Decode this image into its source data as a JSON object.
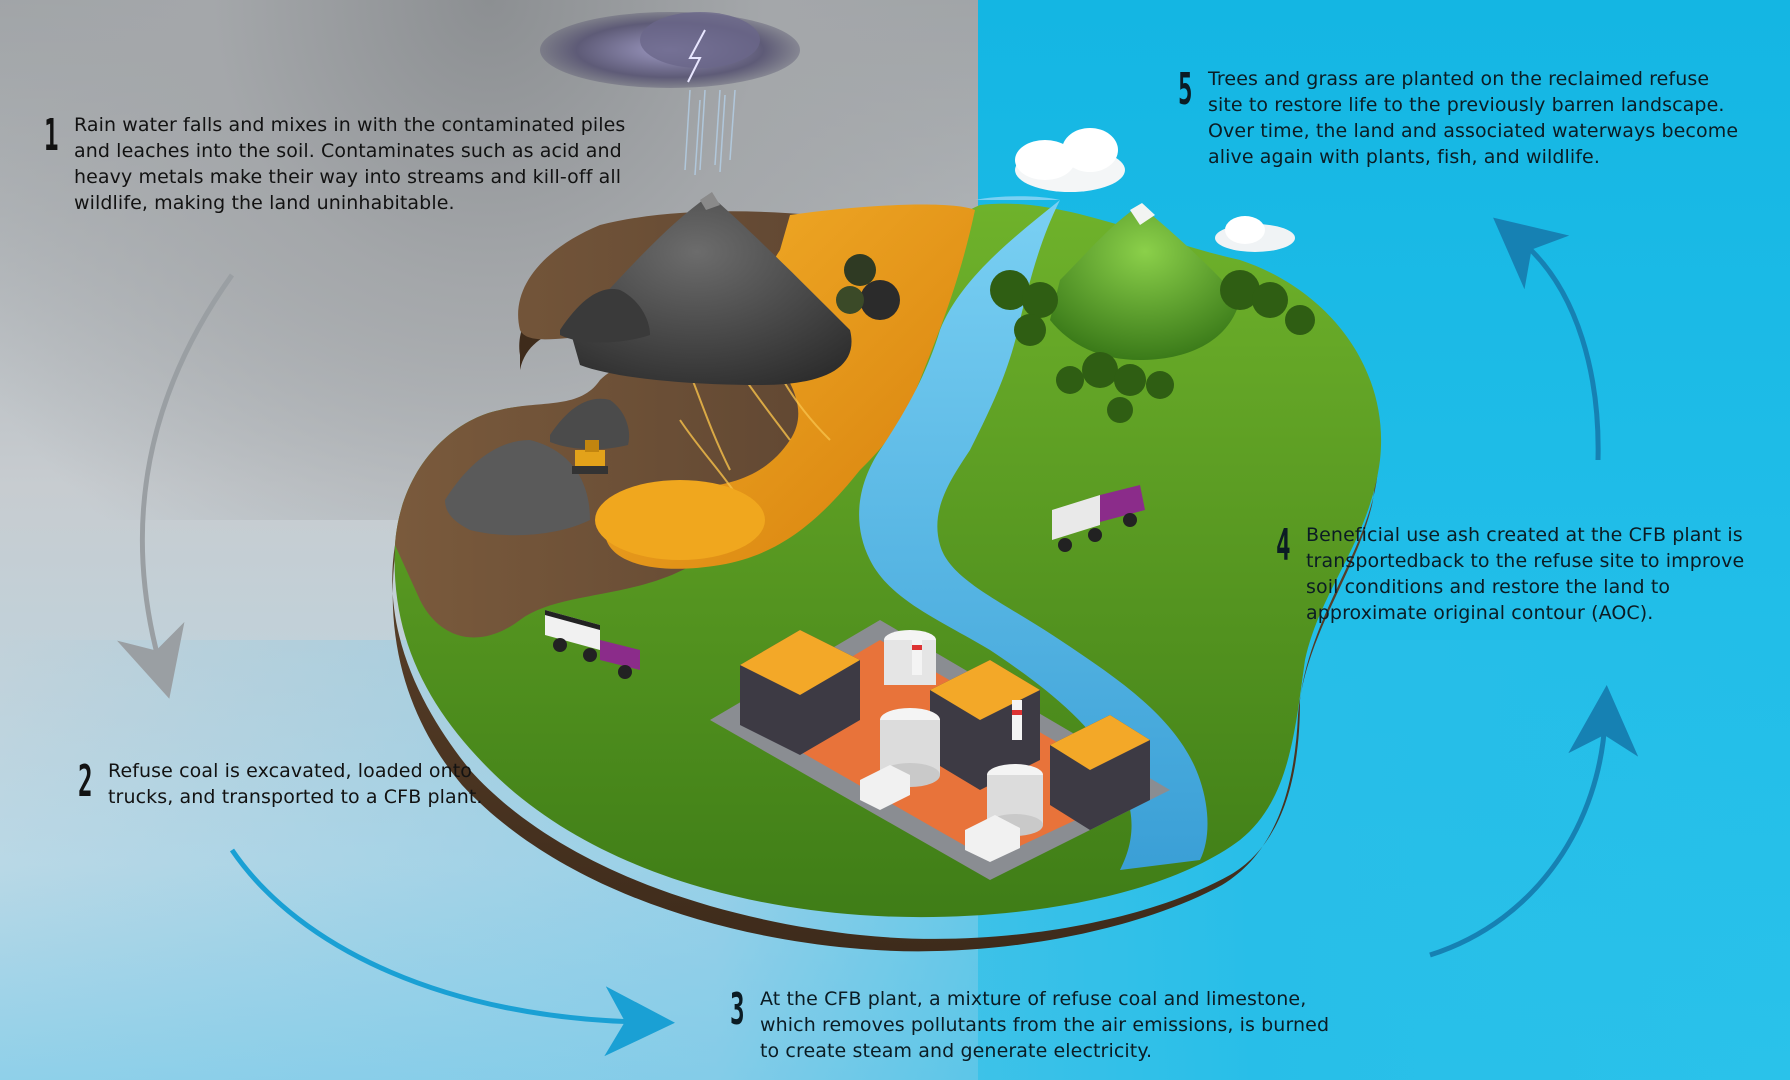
{
  "steps": [
    {
      "number": "1",
      "text": "Rain water falls and mixes in with the contaminated piles and leaches into the soil. Contaminates such as acid and heavy metals make their way into streams and kill-off all wildlife, making the land uninhabitable."
    },
    {
      "number": "2",
      "text": "Refuse coal is excavated, loaded onto trucks, and transported to a CFB plant."
    },
    {
      "number": "3",
      "text": "At the CFB plant, a mixture of refuse coal and limestone, which removes pollutants from the air emissions, is burned to create steam and generate electricity."
    },
    {
      "number": "4",
      "text": "Beneficial use ash created at the CFB plant is transportedback to the refuse site to improve soil conditions and restore the land to approximate original contour (AOC)."
    },
    {
      "number": "5",
      "text": "Trees and grass are planted on the reclaimed refuse site to restore life to the previously barren landscape. Over time, the land and associated waterways become alive again with plants, fish, and wildlife."
    }
  ],
  "colors": {
    "gray_side": "#a4a7aa",
    "blue_side": "#1cb9e5",
    "grass": "#5a9a22",
    "toxic_orange": "#e89a14",
    "river": "#4fb7e8",
    "arrow_gray": "#9a9fa3",
    "arrow_blue": "#1aa0d4"
  },
  "icons": [
    "storm-cloud-icon",
    "dump-truck-icon",
    "bulldozer-icon",
    "power-plant-icon",
    "mountain-icon",
    "cloud-icon"
  ]
}
